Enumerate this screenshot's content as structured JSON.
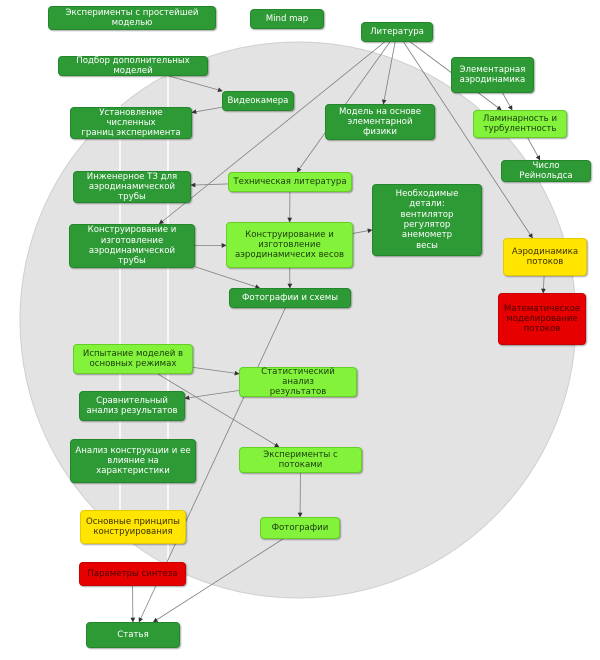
{
  "colors": {
    "dark": "#2e9a36",
    "light": "#82f23a",
    "yellow": "#ffe500",
    "red": "#e60000",
    "circle": "#e3e3e3",
    "connector": "#808080"
  },
  "nodes": [
    {
      "id": "experiments-simple",
      "text": "Эксперименты с простейшей моделью",
      "style": "dark"
    },
    {
      "id": "mind-map",
      "text": "Mind map",
      "style": "dark"
    },
    {
      "id": "literature",
      "text": "Литература",
      "style": "dark"
    },
    {
      "id": "elementary-aerodynamics",
      "text": "Элементарная\nаэродинамика",
      "style": "dark"
    },
    {
      "id": "additional-models",
      "text": "Подбор дополнительных моделей",
      "style": "dark"
    },
    {
      "id": "camcorder",
      "text": "Видеокамера",
      "style": "dark"
    },
    {
      "id": "numeric-bounds",
      "text": "Установление численных\nграниц эксперимента",
      "style": "dark"
    },
    {
      "id": "elementary-physics-model",
      "text": "Модель на основе\nэлементарной физики",
      "style": "dark"
    },
    {
      "id": "laminar-turbulent",
      "text": "Ламинарность и\nтурбулентность",
      "style": "light"
    },
    {
      "id": "reynolds",
      "text": "Число Рейнольдса",
      "style": "dark"
    },
    {
      "id": "tech-spec",
      "text": "Инженерное ТЗ для\nаэродинамической трубы",
      "style": "dark"
    },
    {
      "id": "tech-literature",
      "text": "Техническая литература",
      "style": "light"
    },
    {
      "id": "necessary-parts",
      "text": "Необходимые детали:\nвентилятор\nрегулятор\nанемометр\nвесы",
      "style": "dark"
    },
    {
      "id": "build-tunnel",
      "text": "Конструирование и\nизготовление\nаэродинамической трубы",
      "style": "dark"
    },
    {
      "id": "build-scales",
      "text": "Конструирование и\nизготовление\nаэродинамичесих весов",
      "style": "light"
    },
    {
      "id": "flow-aerodynamics",
      "text": "Аэродинамика\nпотоков",
      "style": "yellow"
    },
    {
      "id": "photos-schemes",
      "text": "Фотографии и схемы",
      "style": "dark"
    },
    {
      "id": "math-modeling",
      "text": "Математическое\nмоделирование\nпотоков",
      "style": "red"
    },
    {
      "id": "model-tests",
      "text": "Испытание моделей в\nосновных режимах",
      "style": "light"
    },
    {
      "id": "stat-analysis",
      "text": "Статистический анализ\nрезультатов",
      "style": "light"
    },
    {
      "id": "comparative-analysis",
      "text": "Сравнительный\nанализ результатов",
      "style": "dark"
    },
    {
      "id": "design-analysis",
      "text": "Анализ конструкции и ее\nвлияние на\nхарактеристики",
      "style": "dark"
    },
    {
      "id": "flow-experiments",
      "text": "Эксперименты с потоками",
      "style": "light"
    },
    {
      "id": "design-principles",
      "text": "Основные принципы\nконструирования",
      "style": "yellow"
    },
    {
      "id": "photos",
      "text": "Фотографии",
      "style": "light"
    },
    {
      "id": "synthesis-params",
      "text": "Параметры синтеза",
      "style": "red"
    },
    {
      "id": "article",
      "text": "Статья",
      "style": "dark"
    }
  ],
  "edges": [
    {
      "from": "additional-models",
      "to": "camcorder"
    },
    {
      "from": "camcorder",
      "to": "numeric-bounds"
    },
    {
      "from": "literature",
      "to": "elementary-physics-model"
    },
    {
      "from": "literature",
      "to": "tech-literature"
    },
    {
      "from": "literature",
      "to": "laminar-turbulent"
    },
    {
      "from": "literature",
      "to": "flow-aerodynamics"
    },
    {
      "from": "literature",
      "to": "build-tunnel"
    },
    {
      "from": "elementary-aerodynamics",
      "to": "laminar-turbulent"
    },
    {
      "from": "laminar-turbulent",
      "to": "reynolds"
    },
    {
      "from": "tech-literature",
      "to": "tech-spec"
    },
    {
      "from": "tech-literature",
      "to": "build-scales"
    },
    {
      "from": "build-scales",
      "to": "necessary-parts"
    },
    {
      "from": "build-tunnel",
      "to": "build-scales"
    },
    {
      "from": "build-tunnel",
      "to": "photos-schemes"
    },
    {
      "from": "build-scales",
      "to": "photos-schemes"
    },
    {
      "from": "flow-aerodynamics",
      "to": "math-modeling"
    },
    {
      "from": "model-tests",
      "to": "stat-analysis"
    },
    {
      "from": "stat-analysis",
      "to": "comparative-analysis"
    },
    {
      "from": "model-tests",
      "to": "flow-experiments"
    },
    {
      "from": "flow-experiments",
      "to": "photos"
    },
    {
      "from": "photos-schemes",
      "to": "article"
    },
    {
      "from": "photos",
      "to": "article"
    },
    {
      "from": "synthesis-params",
      "to": "article"
    }
  ]
}
